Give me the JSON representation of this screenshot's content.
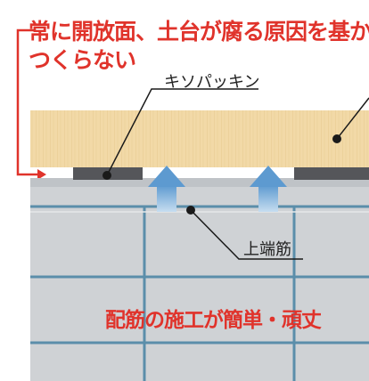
{
  "headline": {
    "line1": "常に開放面、土台が腐る原因を基から",
    "line2": "つくらない"
  },
  "labels": {
    "foundation_pad": "キソパッキン",
    "top_rebar": "上端筋"
  },
  "caption": "配筋の施工が簡単・頑丈",
  "colors": {
    "headline_red": "#e0332b",
    "wood_sill": "#f2d9a7",
    "concrete": "#cfd2d5",
    "grid_line": "#5b8eaa",
    "pad_dark": "#55565a",
    "air_arrow": "#6aa3d2",
    "leader_line": "#1a1a1a"
  },
  "icons": {
    "air_flow": "up-arrow-icon",
    "callout_marker": "leader-dot-icon"
  }
}
